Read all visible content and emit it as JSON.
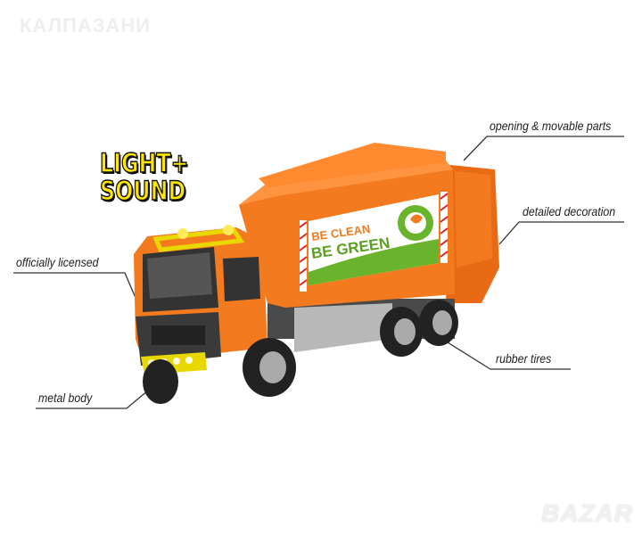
{
  "watermark": "КАЛПАЗАНИ",
  "site_logo": "BAZAR",
  "badge": {
    "line1": "LIGHT+",
    "line2": "SOUND"
  },
  "truck_decal": {
    "line1": "BE CLEAN",
    "line2": "BE GREEN"
  },
  "callouts": {
    "opening": "opening & movable parts",
    "decoration": "detailed decoration",
    "licensed": "officially licensed",
    "tires": "rubber tires",
    "metal": "metal body"
  },
  "colors": {
    "truck_orange": "#f47a20",
    "decal_green": "#6ab42d",
    "badge_yellow": "#ffe600"
  }
}
